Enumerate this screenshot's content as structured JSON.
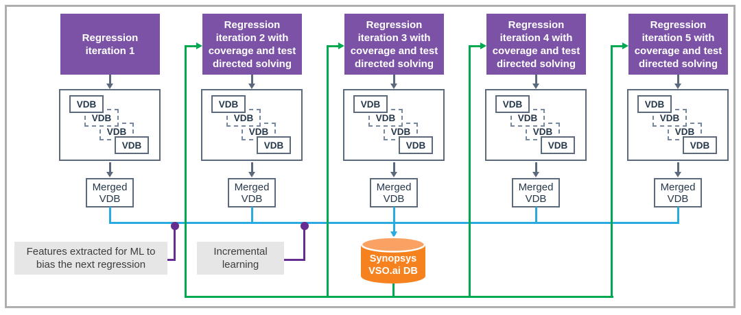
{
  "diagram_title": "ML-driven regression iterations with VDB merging into Synopsys VSO.ai DB",
  "columns": [
    {
      "title": "Regression\niteration 1",
      "vdbs": [
        "VDB",
        "VDB",
        "VDB",
        "VDB"
      ],
      "merged": "Merged\nVDB"
    },
    {
      "title": "Regression\niteration 2 with\ncoverage and test\ndirected solving",
      "vdbs": [
        "VDB",
        "VDB",
        "VDB",
        "VDB"
      ],
      "merged": "Merged\nVDB"
    },
    {
      "title": "Regression\niteration 3 with\ncoverage and test\ndirected solving",
      "vdbs": [
        "VDB",
        "VDB",
        "VDB",
        "VDB"
      ],
      "merged": "Merged\nVDB"
    },
    {
      "title": "Regression\niteration 4 with\ncoverage and test\ndirected solving",
      "vdbs": [
        "VDB",
        "VDB",
        "VDB",
        "VDB"
      ],
      "merged": "Merged\nVDB"
    },
    {
      "title": "Regression\niteration 5 with\ncoverage and test\ndirected solving",
      "vdbs": [
        "VDB",
        "VDB",
        "VDB",
        "VDB"
      ],
      "merged": "Merged\nVDB"
    }
  ],
  "notes": {
    "features": "Features extracted for ML to\nbias the next regression",
    "incremental": "Incremental\nlearning"
  },
  "database": {
    "label": "Synopsys\nVSO.ai DB"
  },
  "colors": {
    "header_purple": "#7b52a5",
    "connector_purple": "#662d91",
    "feedback_green": "#00a94f",
    "bus_cyan": "#29abe2",
    "box_border_gray": "#5a6a7c",
    "db_orange_body": "#f5821f",
    "db_orange_top": "#f9a263",
    "note_background": "#e7e6e6",
    "frame_gray": "#aeaeae"
  }
}
